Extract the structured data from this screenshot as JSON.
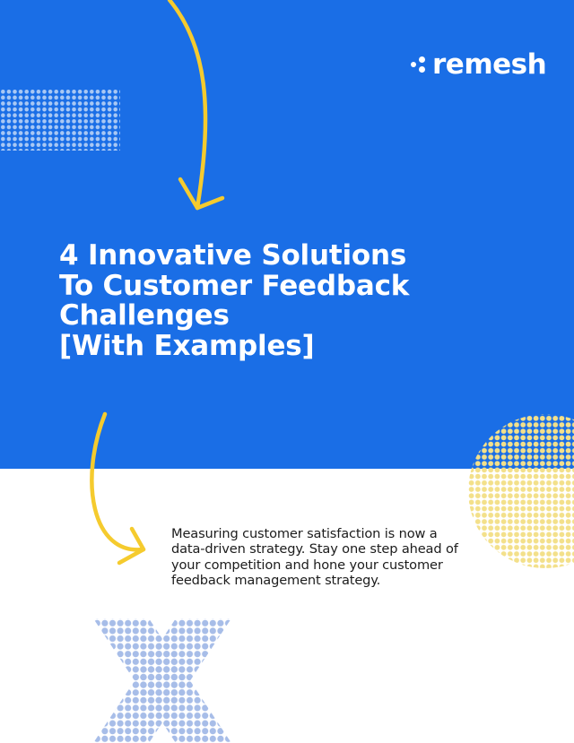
{
  "brand": {
    "name": "remesh",
    "logo_mark": "remesh-dots-mark"
  },
  "cover": {
    "title_lines": [
      "4 Innovative Solutions",
      "To Customer Feedback",
      "Challenges",
      "[With Examples]"
    ],
    "intro": "Measuring customer satisfaction is now a data-driven strategy. Stay one step ahead of your competition and hone your customer feedback management strategy."
  },
  "colors": {
    "hero_blue": "#1a6ee6",
    "accent_yellow": "#f5cb2e",
    "dot_light_blue": "#a9c8f4",
    "dot_yellow": "#f3e08a",
    "dot_periwinkle": "#a7bde8",
    "body_text": "#1c1c1c",
    "white": "#ffffff"
  }
}
